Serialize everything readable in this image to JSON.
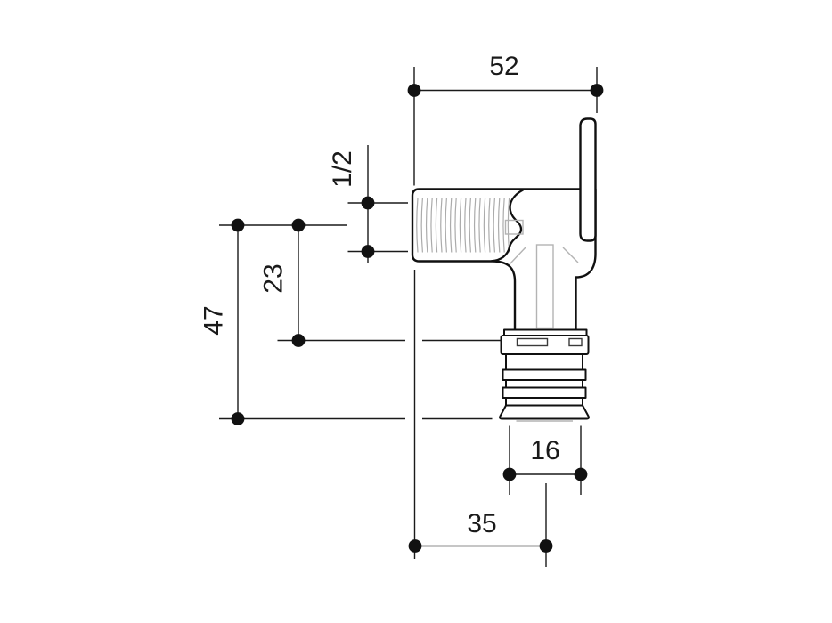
{
  "drawing": {
    "description": "Technical dimension drawing of a wall-plate elbow pipe fitting with threaded inlet, mounting flange and ribbed press-fit pipe connection",
    "background": "#ffffff",
    "outline_color": "#101010",
    "dimension_color": "#1a1a1a",
    "detail_color": "#b3b3b3",
    "labels": {
      "overall_width": "52",
      "thread_size": "1/2",
      "axis_to_sleeve": "23",
      "axis_to_end": "47",
      "pipe_diameter": "16",
      "wall_face_to_pipe_axis": "35"
    }
  }
}
